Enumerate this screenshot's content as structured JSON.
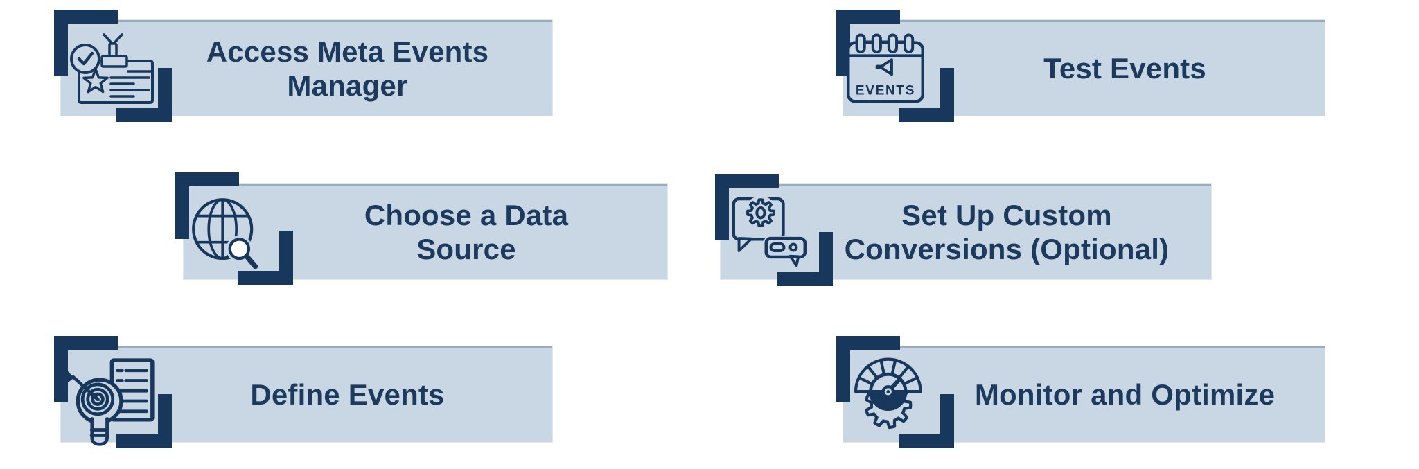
{
  "theme": {
    "navy": "#17375d",
    "banner": "#c9d6e3",
    "text": "#1b3a5e",
    "background": "#ffffff"
  },
  "steps": [
    {
      "label": "Access Meta Events Manager",
      "lines": [
        "Access Meta Events",
        "Manager"
      ],
      "icon": "badge-check-icon"
    },
    {
      "label": "Test Events",
      "lines": [
        "Test Events"
      ],
      "icon": "events-calendar-icon",
      "icon_text": "EVENTS"
    },
    {
      "label": "Choose a Data Source",
      "lines": [
        "Choose a Data",
        "Source"
      ],
      "icon": "globe-search-icon"
    },
    {
      "label": "Set Up Custom Conversions (Optional)",
      "lines": [
        "Set Up Custom",
        "Conversions (Optional)"
      ],
      "icon": "chat-gear-icon"
    },
    {
      "label": "Define Events",
      "lines": [
        "Define Events"
      ],
      "icon": "idea-target-doc-icon"
    },
    {
      "label": "Monitor and Optimize",
      "lines": [
        "Monitor and Optimize"
      ],
      "icon": "gauge-gear-icon"
    }
  ]
}
